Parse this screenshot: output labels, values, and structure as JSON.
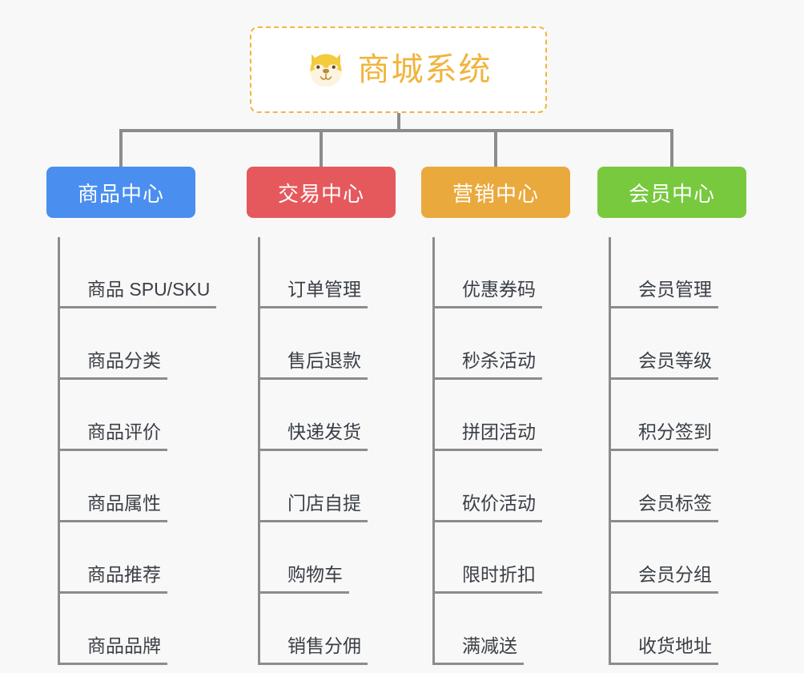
{
  "page": {
    "background_color": "#f8f8f8",
    "line_color": "#8c8c8c"
  },
  "root": {
    "title": "商城系统",
    "icon": "dog-face-emoji",
    "icon_glyph": "🐶",
    "text_color": "#f0b43c",
    "border_color": "#f2b544",
    "background_color": "#ffffff"
  },
  "columns": [
    {
      "id": "product-center",
      "title": "商品中心",
      "color": "#4a8ef0",
      "items": [
        "商品 SPU/SKU",
        "商品分类",
        "商品评价",
        "商品属性",
        "商品推荐",
        "商品品牌"
      ]
    },
    {
      "id": "trade-center",
      "title": "交易中心",
      "color": "#e5595c",
      "items": [
        "订单管理",
        "售后退款",
        "快递发货",
        "门店自提",
        "购物车",
        "销售分佣"
      ]
    },
    {
      "id": "marketing-center",
      "title": "营销中心",
      "color": "#eaa93c",
      "items": [
        "优惠券码",
        "秒杀活动",
        "拼团活动",
        "砍价活动",
        "限时折扣",
        "满减送"
      ]
    },
    {
      "id": "member-center",
      "title": "会员中心",
      "color": "#77c councillor",
      "color_hex": "#78c councillor",
      "items": [
        "会员管理",
        "会员等级",
        "积分签到",
        "会员标签",
        "会员分组",
        "收货地址"
      ]
    }
  ]
}
